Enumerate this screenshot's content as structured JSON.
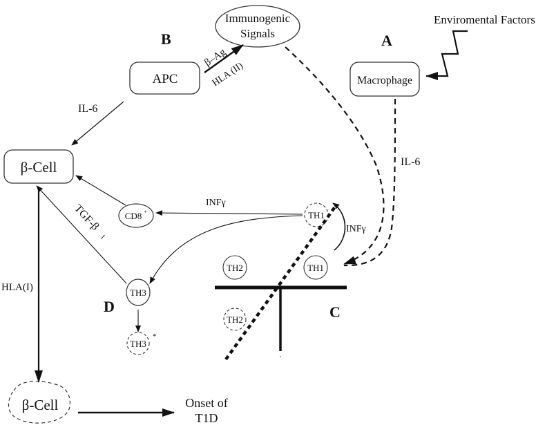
{
  "diagram": {
    "nodes": {
      "immunogenic": {
        "line1": "Immunogenic",
        "line2": "Signals"
      },
      "env": "Enviromental Factors",
      "apc": "APC",
      "macrophage": "Macrophage",
      "beta_cell": "β-Cell",
      "beta_cell_damaged": "β-Cell",
      "cd8": "CD8",
      "cd8_sup": "+",
      "th1_dashed": "TH1",
      "th1": "TH1",
      "th2": "TH2",
      "th2_dashed": "TH2",
      "th3": "TH3",
      "th3_dashed": "TH3",
      "th3_star": "*",
      "onset": {
        "line1": "Onset of",
        "line2": "T1D"
      }
    },
    "section_labels": {
      "a": "A",
      "b": "B",
      "c": "C",
      "d": "D"
    },
    "edge_labels": {
      "beta_ag": "β–Ag",
      "hla_ii": "HLA (II)",
      "il6_left": "IL-6",
      "il6_right": "IL-6",
      "infg_cd8": "INFγ",
      "infg_loop": "INFγ",
      "tgf": "TGF-β",
      "tgf_sub": "1",
      "hla_i": "HLA(I)"
    }
  }
}
